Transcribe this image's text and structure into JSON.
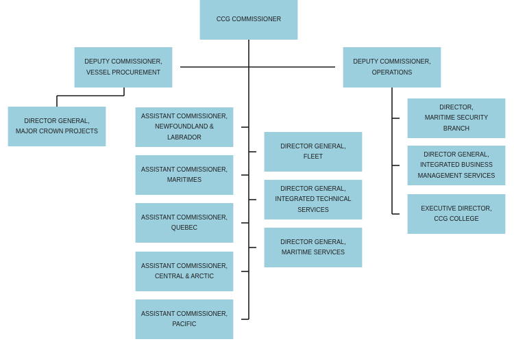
{
  "line_color": "#1b1b1b",
  "box_color": "#9ccfde",
  "nodes": {
    "commissioner": "CCG COMMISSIONER",
    "deputy_vessel": "DEPUTY COMMISSIONER,\nVESSEL PROCUREMENT",
    "deputy_operations": "DEPUTY COMMISSIONER,\nOPERATIONS",
    "dg_major_crown": "DIRECTOR GENERAL,\nMAJOR CROWN PROJECTS",
    "ac_newfoundland": "ASSISTANT COMMISSIONER,\nNEWFOUNDLAND & LABRADOR",
    "ac_maritimes": "ASSISTANT COMMISSIONER,\nMARITIMES",
    "ac_quebec": "ASSISTANT COMMISSIONER,\nQUEBEC",
    "ac_central_arctic": "ASSISTANT COMMISSIONER,\nCENTRAL & ARCTIC",
    "ac_pacific": "ASSISTANT COMMISSIONER,\nPACIFIC",
    "dg_fleet": "DIRECTOR GENERAL,\nFLEET",
    "dg_integrated_technical": "DIRECTOR GENERAL,\nINTEGRATED TECHNICAL\nSERVICES",
    "dg_maritime_services": "DIRECTOR GENERAL,\nMARITIME SERVICES",
    "dir_maritime_security": "DIRECTOR,\nMARITIME  SECURITY BRANCH",
    "dg_integrated_business": "DIRECTOR GENERAL,\nINTEGRATED BUSINESS\nMANAGEMENT SERVICES",
    "ed_ccg_college": "EXECUTIVE DIRECTOR,\nCCG COLLEGE"
  }
}
